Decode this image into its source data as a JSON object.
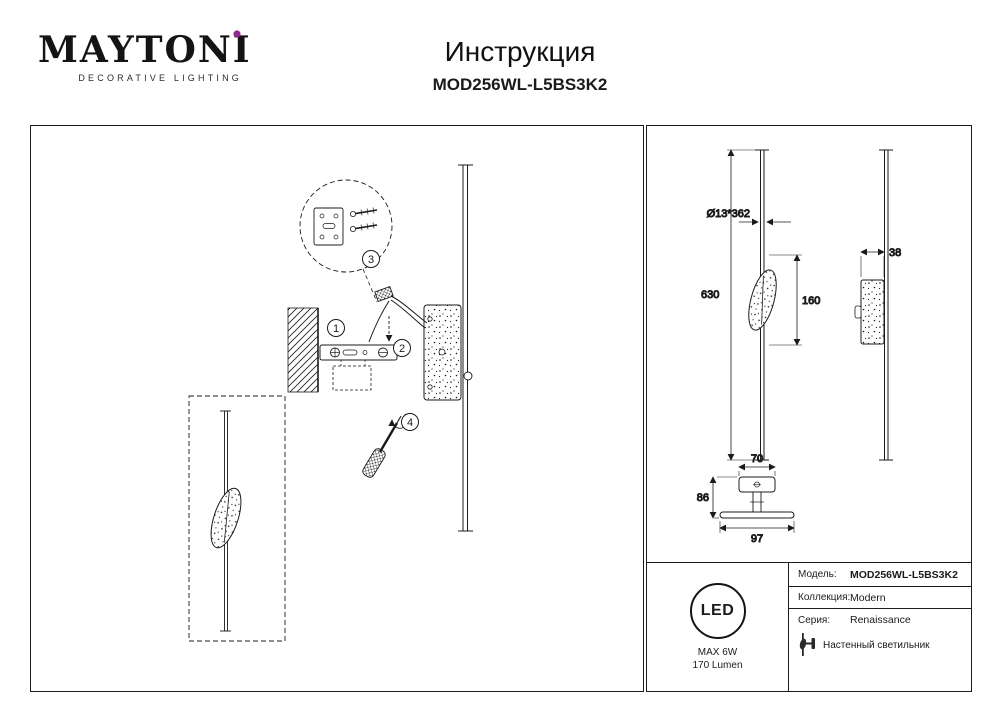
{
  "header": {
    "brand": "MAYTONI",
    "brand_tagline": "DECORATIVE LIGHTING",
    "doc_title": "Инструкция",
    "model": "MOD256WL-L5BS3K2"
  },
  "installation": {
    "steps": [
      "1",
      "2",
      "3",
      "4"
    ]
  },
  "dimensions": {
    "front": {
      "tube": "Ø13*362",
      "total_height": "630",
      "decor_height": "160"
    },
    "side": {
      "depth": "38"
    },
    "bottom": {
      "plate_width": "70",
      "height": "86",
      "total_depth": "97"
    }
  },
  "spec": {
    "led_badge": "LED",
    "max_power": "MAX 6W",
    "luminous_flux": "170 Lumen",
    "rows": [
      {
        "label": "Модель:",
        "value": "MOD256WL-L5BS3K2"
      },
      {
        "label": "Коллекция:",
        "value": "Modern"
      },
      {
        "label": "Серия:",
        "value": "Renaissance"
      }
    ],
    "type": "Настенный светильник"
  },
  "colors": {
    "brand_accent": "#8e2a8b",
    "line": "#1b1b1b"
  }
}
